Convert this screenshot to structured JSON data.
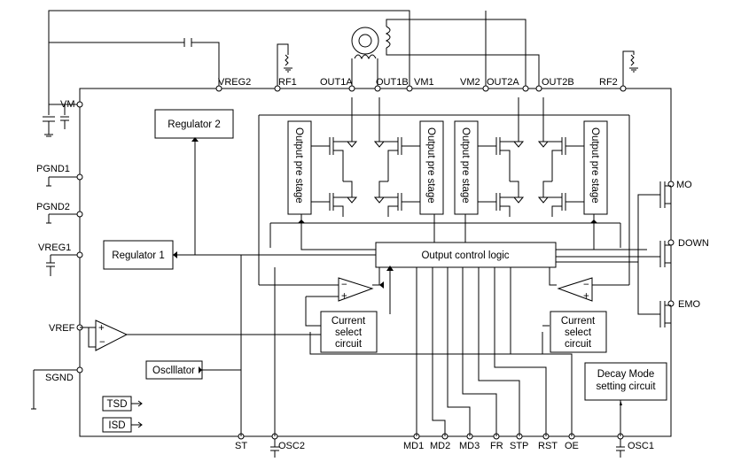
{
  "pins": {
    "vm": "VM",
    "pgnd1": "PGND1",
    "pgnd2": "PGND2",
    "vreg1": "VREG1",
    "vref": "VREF",
    "sgnd": "SGND",
    "vreg2": "VREG2",
    "rf1": "RF1",
    "out1a": "OUT1A",
    "out1b": "OUT1B",
    "vm1": "VM1",
    "vm2": "VM2",
    "out2a": "OUT2A",
    "out2b": "OUT2B",
    "rf2": "RF2",
    "mo": "MO",
    "down": "DOWN",
    "emo": "EMO",
    "st": "ST",
    "osc2": "OSC2",
    "md1": "MD1",
    "md2": "MD2",
    "md3": "MD3",
    "fr": "FR",
    "stp": "STP",
    "rst": "RST",
    "oe": "OE",
    "osc1": "OSC1"
  },
  "blocks": {
    "regulator2": "Regulator 2",
    "regulator1": "Regulator 1",
    "output_control_logic": "Output control logic",
    "oscillator": "Osclllator",
    "tsd": "TSD",
    "isd": "ISD",
    "current_select_line1": "Current",
    "current_select_line2": "select",
    "current_select_line3": "circuit",
    "decay_mode_line1": "Decay Mode",
    "decay_mode_line2": "setting circuit",
    "output_pre_stage": "Output pre stage"
  },
  "symbols": {
    "plus": "+",
    "minus": "−"
  }
}
